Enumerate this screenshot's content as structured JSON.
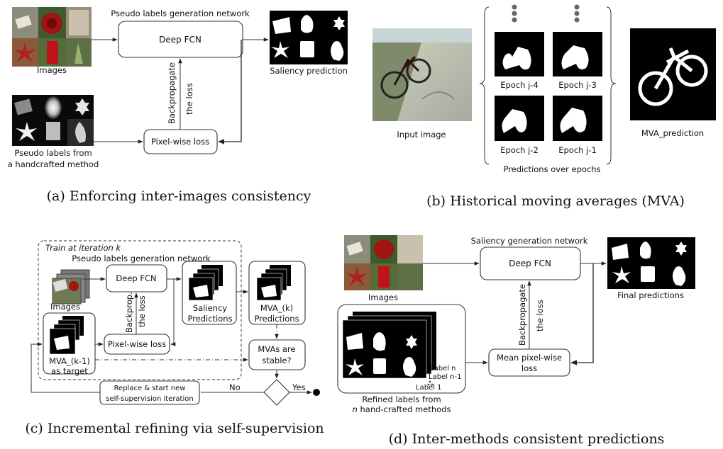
{
  "panel_a": {
    "network_title": "Pseudo labels generation network",
    "deep_fcn": "Deep FCN",
    "images_label": "Images",
    "saliency_label": "Saliency prediction",
    "backprop_line1": "Backpropagate",
    "backprop_line2": "the loss",
    "loss_label": "Pixel-wise loss",
    "pseudo_line1": "Pseudo labels from",
    "pseudo_line2": "a handcrafted method",
    "caption": "(a) Enforcing inter-images consistency"
  },
  "panel_b": {
    "input_label": "Input image",
    "epochs": [
      "Epoch j-4",
      "Epoch j-3",
      "Epoch j-2",
      "Epoch j-1"
    ],
    "over_epochs": "Predictions over epochs",
    "mva_label": "MVA_prediction",
    "caption": "(b) Historical moving averages (MVA)"
  },
  "panel_c": {
    "train_label": "Train at iteration k",
    "network_title": "Pseudo labels generation network",
    "deep_fcn": "Deep FCN",
    "images_label": "Images",
    "saliency_line1": "Saliency",
    "saliency_line2": "Predictions",
    "mva_k_line1": "MVA_(k)",
    "mva_k_line2": "Predictions",
    "backprop_line1": "Backprop.",
    "backprop_line2": "the loss",
    "mva_prev_line1": "MVA_(k-1)",
    "mva_prev_line2": "as target",
    "loss_label": "Pixel-wise loss",
    "stable_line1": "MVAs are",
    "stable_line2": "stable?",
    "replace_line1": "Replace & start new",
    "replace_line2": "self-supervision iteration",
    "no_label": "No",
    "yes_label": "Yes",
    "caption": "(c) Incremental refining via self-supervision"
  },
  "panel_d": {
    "network_title": "Saliency generation network",
    "deep_fcn": "Deep FCN",
    "images_label": "Images",
    "final_label": "Final predictions",
    "backprop_line1": "Backpropagate",
    "backprop_line2": "the loss",
    "loss_line1": "Mean pixel-wise",
    "loss_line2": "loss",
    "label_n": "Label n",
    "label_n1": "Label n-1",
    "label_1": "Label 1",
    "refined_line1": "Refined labels from",
    "refined_line2_italic": "n",
    "refined_line2_rest": " hand-crafted methods",
    "caption": "(d) Inter-methods consistent predictions"
  }
}
